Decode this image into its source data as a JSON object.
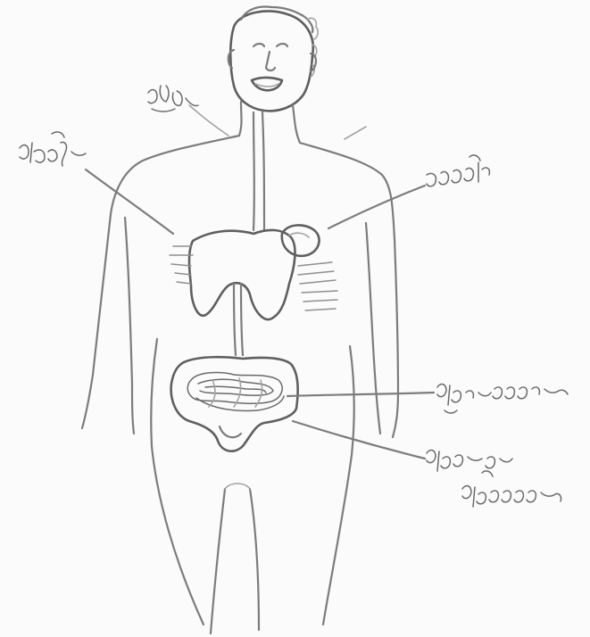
{
  "diagram": {
    "kind": "hand-drawn sketch of the human digestive system",
    "labels": [
      {
        "id": "throat",
        "text": ""
      },
      {
        "id": "left-upper",
        "text": ""
      },
      {
        "id": "right-upper",
        "text": ""
      },
      {
        "id": "small-intestine",
        "text": ""
      },
      {
        "id": "large-intestine",
        "text": ""
      }
    ]
  },
  "colors": {
    "paper": "#fbfbfb",
    "pencil": "#7c7c7c"
  }
}
